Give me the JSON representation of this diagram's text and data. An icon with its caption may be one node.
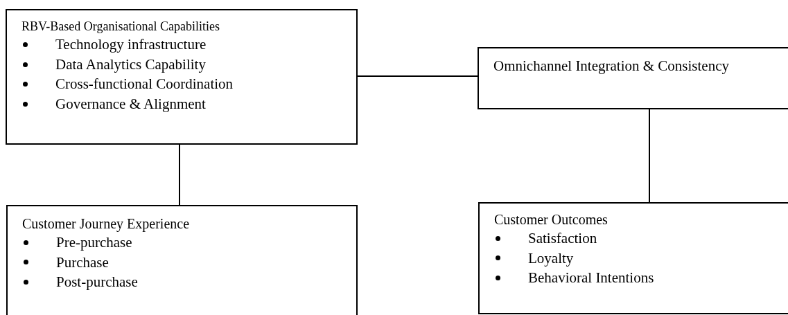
{
  "diagram": {
    "nodes": [
      {
        "text": [
          "RBV-Based Organisational Capabilities",
          "Technology infrastructure",
          "Data Analytics Capability",
          "Cross-functional Coordination",
          "Governance & Alignment"
        ]
      },
      {
        "text": [
          "Omnichannel Integration & Consistency"
        ]
      },
      {
        "text": [
          "Customer Journey Experience",
          "Pre-purchase",
          "Purchase",
          "Post-purchase"
        ]
      },
      {
        "text": [
          "Customer Outcomes",
          "Satisfaction",
          "Loyalty",
          "Behavioral Intentions"
        ]
      }
    ],
    "edges": [
      {
        "from": 0,
        "to": 1,
        "arrow": "none"
      },
      {
        "from": 0,
        "to": 2,
        "arrow": "none"
      },
      {
        "from": 1,
        "to": 3,
        "arrow": "none"
      }
    ]
  }
}
